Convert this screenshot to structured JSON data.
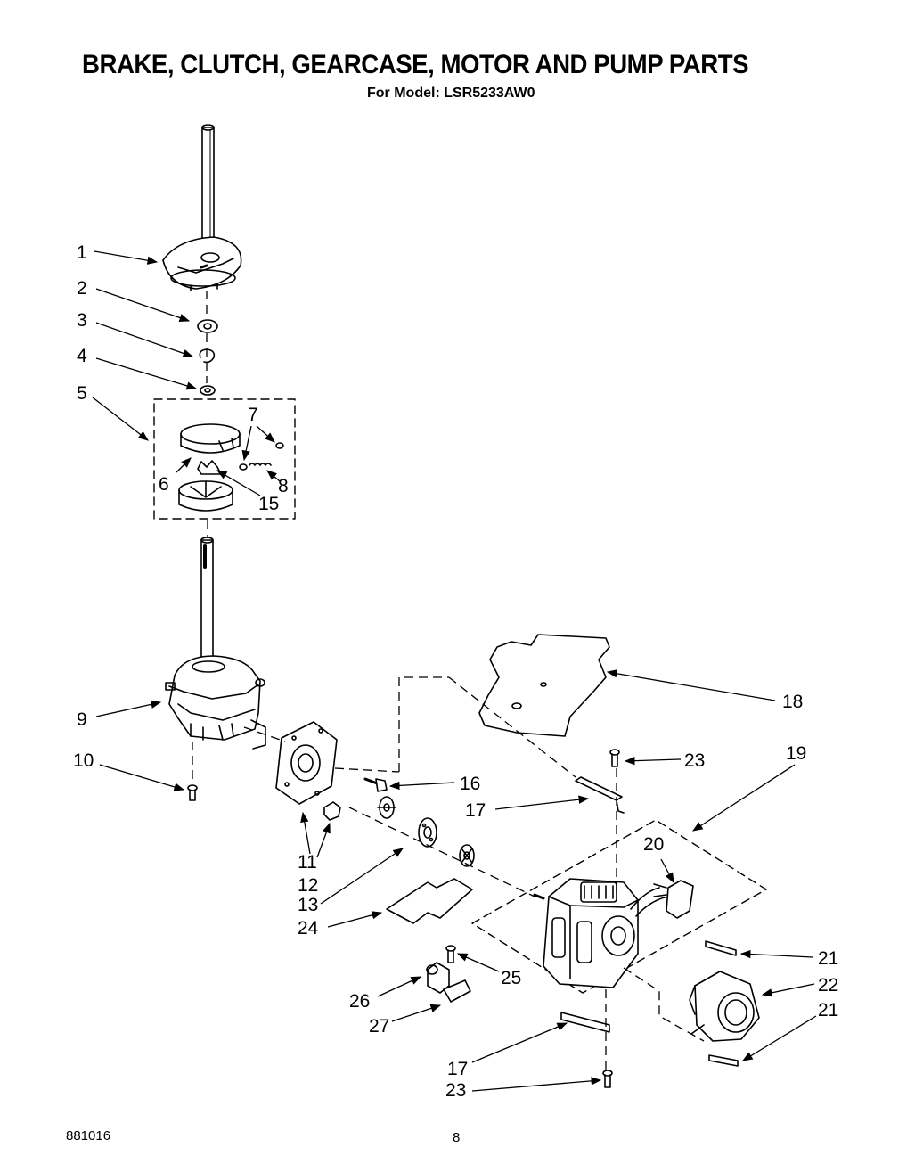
{
  "header": {
    "title": "BRAKE, CLUTCH, GEARCASE, MOTOR AND PUMP PARTS",
    "model": "For Model: LSR5233AW0"
  },
  "footer": {
    "doc_number": "881016",
    "page": "8"
  },
  "callouts": [
    {
      "id": "c1",
      "label": "1"
    },
    {
      "id": "c2",
      "label": "2"
    },
    {
      "id": "c3",
      "label": "3"
    },
    {
      "id": "c4",
      "label": "4"
    },
    {
      "id": "c5",
      "label": "5"
    },
    {
      "id": "c6",
      "label": "6"
    },
    {
      "id": "c7",
      "label": "7"
    },
    {
      "id": "c8",
      "label": "8"
    },
    {
      "id": "c15",
      "label": "15"
    },
    {
      "id": "c9",
      "label": "9"
    },
    {
      "id": "c10",
      "label": "10"
    },
    {
      "id": "c11",
      "label": "11"
    },
    {
      "id": "c12",
      "label": "12"
    },
    {
      "id": "c13",
      "label": "13"
    },
    {
      "id": "c24",
      "label": "24"
    },
    {
      "id": "c16",
      "label": "16"
    },
    {
      "id": "c17a",
      "label": "17"
    },
    {
      "id": "c18",
      "label": "18"
    },
    {
      "id": "c19",
      "label": "19"
    },
    {
      "id": "c23a",
      "label": "23"
    },
    {
      "id": "c20",
      "label": "20"
    },
    {
      "id": "c21a",
      "label": "21"
    },
    {
      "id": "c22",
      "label": "22"
    },
    {
      "id": "c21b",
      "label": "21"
    },
    {
      "id": "c25",
      "label": "25"
    },
    {
      "id": "c26",
      "label": "26"
    },
    {
      "id": "c27",
      "label": "27"
    },
    {
      "id": "c17b",
      "label": "17"
    },
    {
      "id": "c23b",
      "label": "23"
    }
  ]
}
